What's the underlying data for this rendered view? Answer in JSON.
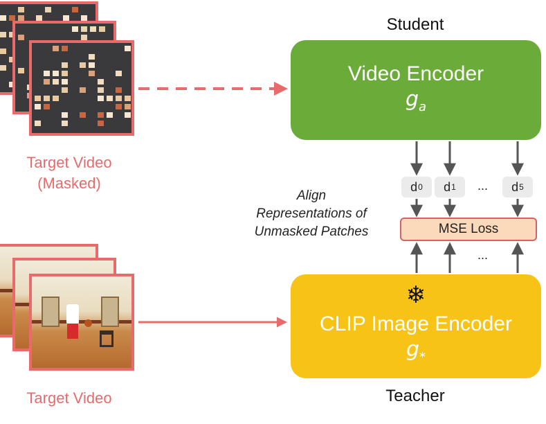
{
  "student": {
    "label": "Student",
    "encoder_name": "Video Encoder",
    "encoder_symbol": "g",
    "encoder_subscript": "a",
    "color": "#6aab3a"
  },
  "teacher": {
    "label": "Teacher",
    "encoder_name": "CLIP Image Encoder",
    "encoder_symbol": "g",
    "encoder_subscript": "*",
    "frozen_icon": "snowflake-icon",
    "frozen_glyph": "❄",
    "color": "#f7c316"
  },
  "masked_video": {
    "caption_line1": "Target Video",
    "caption_line2": "(Masked)"
  },
  "target_video": {
    "caption": "Target Video"
  },
  "align_text": {
    "line1": "Align",
    "line2": "Representations of",
    "line3": "Unmasked Patches"
  },
  "outputs": [
    {
      "base": "d",
      "sup": "0"
    },
    {
      "base": "d",
      "sup": "1"
    },
    {
      "base": "d",
      "sup": "5"
    }
  ],
  "ellipsis": "...",
  "loss": {
    "label": "MSE Loss"
  },
  "colors": {
    "accent_red": "#e86a6a",
    "arrow_gray": "#555555",
    "mask_dark": "#3a3a3c",
    "loss_fill": "#fbd9bb"
  }
}
